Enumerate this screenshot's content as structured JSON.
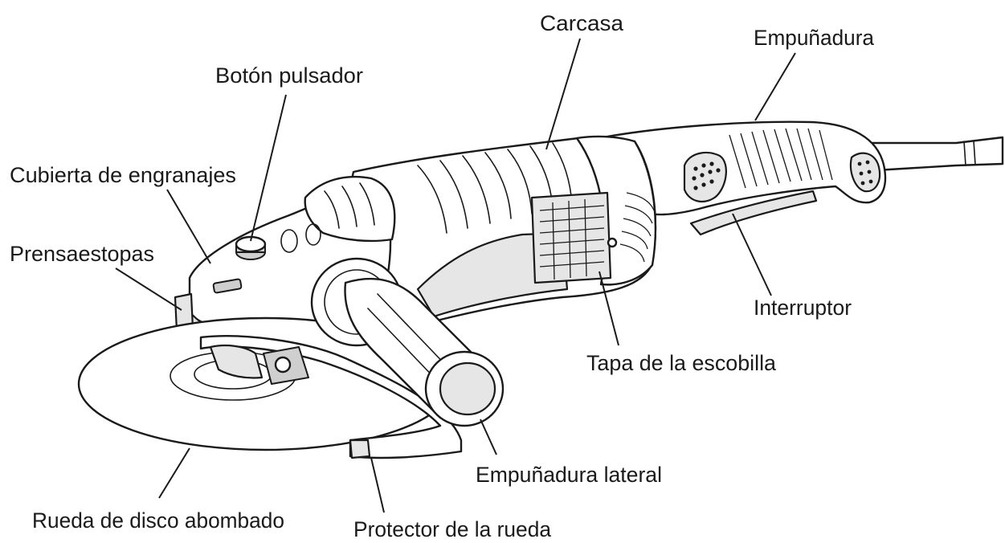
{
  "diagram": {
    "labels": {
      "carcasa": "Carcasa",
      "empunadura": "Empuñadura",
      "boton_pulsador": "Botón pulsador",
      "cubierta_engranajes": "Cubierta de engranajes",
      "prensaestopas": "Prensaestopas",
      "interruptor": "Interruptor",
      "tapa_escobilla": "Tapa de la escobilla",
      "empunadura_lateral": "Empuñadura lateral",
      "rueda_disco": "Rueda de disco abombado",
      "protector_rueda": "Protector de la rueda"
    }
  }
}
